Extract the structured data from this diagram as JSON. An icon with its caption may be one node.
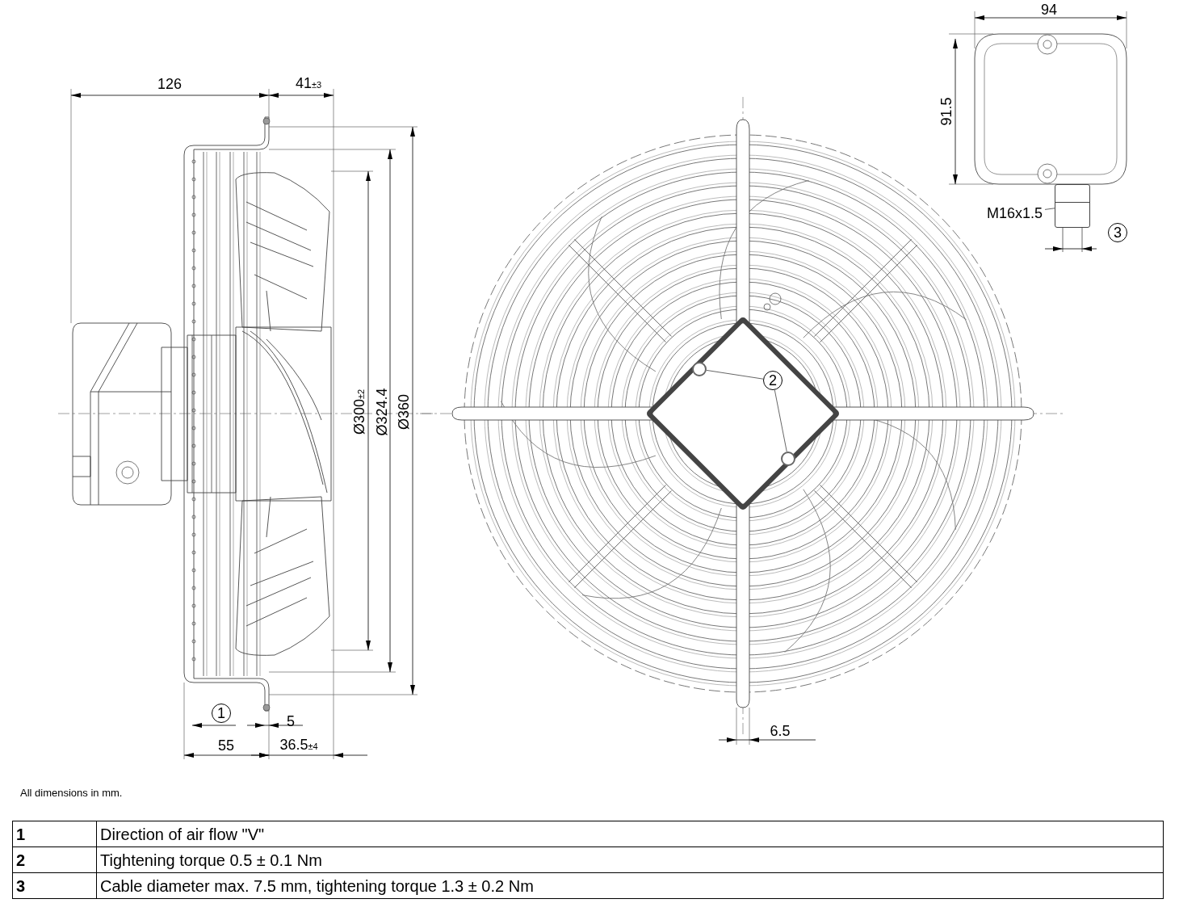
{
  "diagram": {
    "nodes": [
      {
        "text": [
          "2"
        ]
      },
      {
        "text": [],
        "shape": "circle"
      },
      {
        "text": [],
        "shape": "circle"
      },
      {
        "text": [
          "M16x1.5"
        ]
      },
      {
        "text": [],
        "shape": "cylinder"
      },
      {
        "text": [
          "3"
        ]
      },
      {
        "text": [
          "1"
        ]
      }
    ],
    "edges": [
      {
        "from": 0,
        "to": 1,
        "arrow": "none"
      },
      {
        "from": 0,
        "to": 2,
        "arrow": "none"
      },
      {
        "from": 3,
        "to": 4,
        "arrow": "none"
      }
    ],
    "labels": [
      "94",
      "126",
      "41$_{±3}$",
      "91.5",
      "Ø300$_{±2}$",
      "Ø324.4",
      "Ø360",
      "5",
      "55",
      "36.5$_{±4}$",
      "6.5",
      "All dimensions in mm.",
      "1",
      "Direction of air flow \"V\"",
      "2",
      "Tightening torque 0.5 ± 0.1 Nm",
      "3",
      "Cable diameter max. 7.5 mm, tightening torque 1.3 ± 0.2 Nm"
    ]
  }
}
